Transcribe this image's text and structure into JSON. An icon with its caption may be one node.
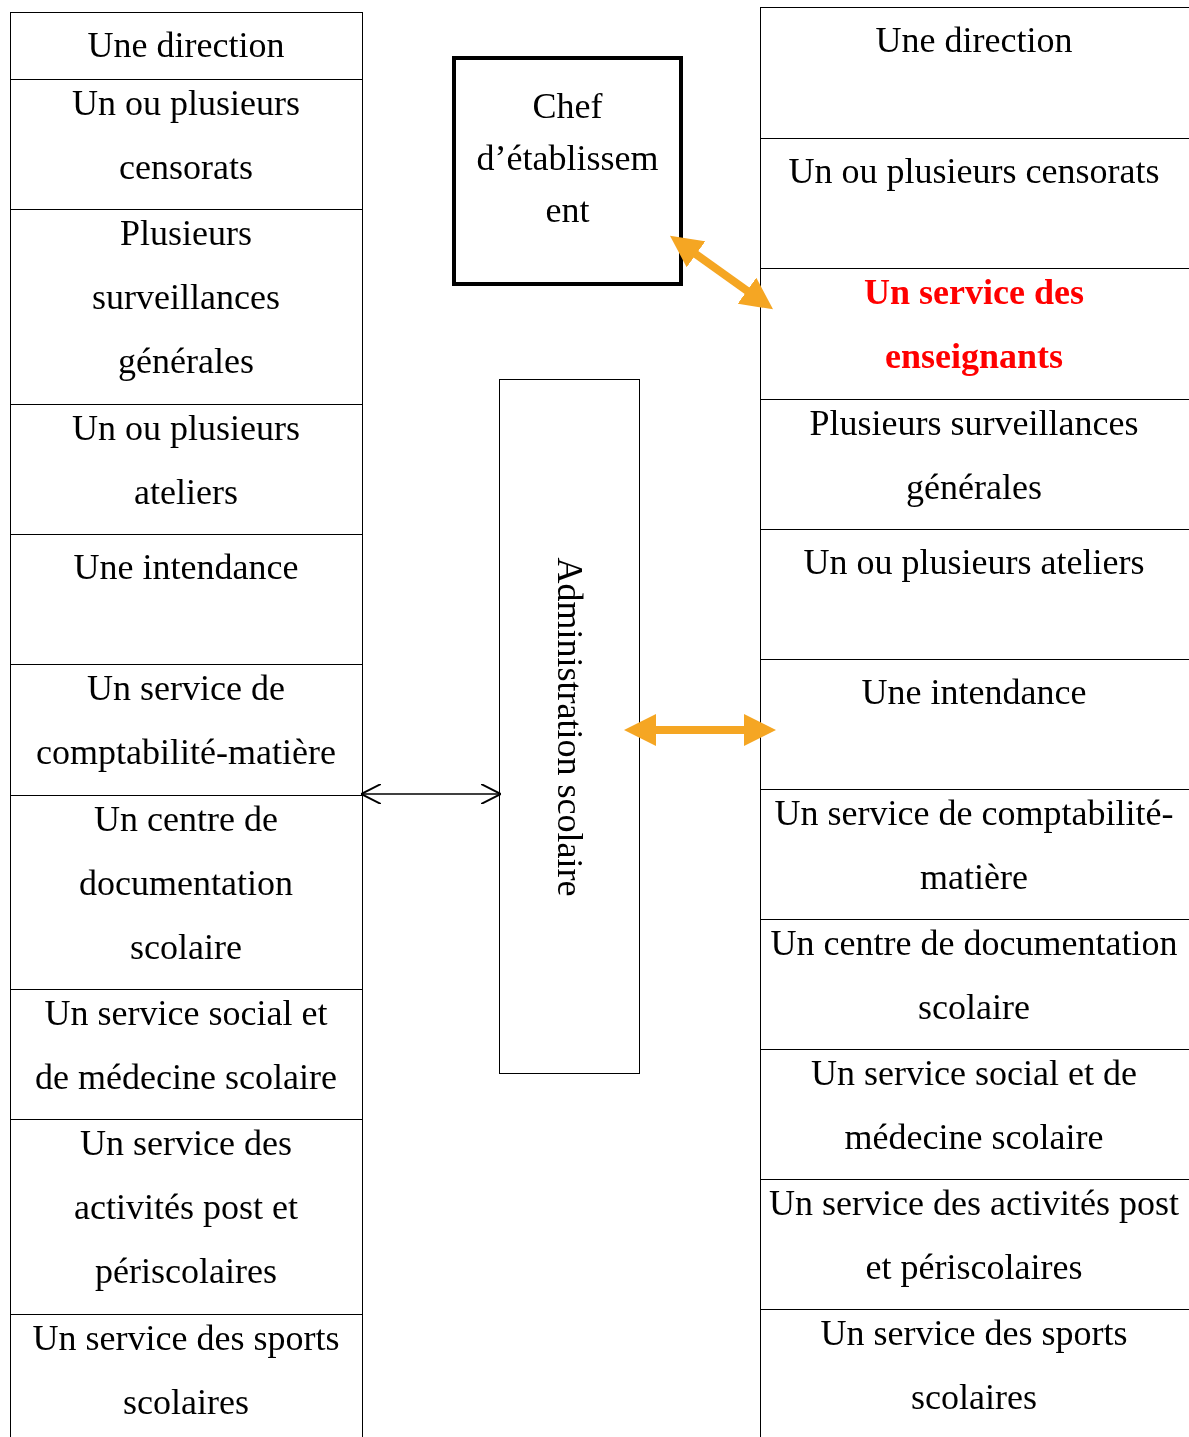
{
  "diagram": {
    "nodes": [
      {
        "text": [],
        "shape": "box"
      },
      {
        "text": [
          "Une direction"
        ],
        "in": 0
      },
      {
        "text": [
          "Un ou plusieurs censorats"
        ],
        "in": 0
      },
      {
        "text": [
          "Plusieurs surveillances générales"
        ],
        "in": 0
      },
      {
        "text": [
          "Un ou plusieurs ateliers"
        ],
        "in": 0
      },
      {
        "text": [
          "Une intendance"
        ],
        "in": 0
      },
      {
        "text": [
          "Un service de comptabilité-matière"
        ],
        "in": 0
      },
      {
        "text": [
          "Un centre de documentation scolaire"
        ],
        "in": 0
      },
      {
        "text": [
          "Un service social et de médecine scolaire"
        ],
        "in": 0
      },
      {
        "text": [
          "Un service des activités post et périscolaires"
        ],
        "in": 0
      },
      {
        "text": [
          "Un service des sports scolaires"
        ],
        "in": 0
      },
      {
        "text": [
          "Chef d’établissement"
        ]
      },
      {
        "text": [
          "Administration scolaire"
        ]
      },
      {
        "text": [],
        "shape": "box"
      },
      {
        "text": [
          "Une direction"
        ],
        "in": 13
      },
      {
        "text": [
          "Un ou plusieurs censorats"
        ],
        "in": 13
      },
      {
        "text": [
          "Un service des enseignants"
        ],
        "in": 13
      },
      {
        "text": [
          "Plusieurs surveillances générales"
        ],
        "in": 13
      },
      {
        "text": [
          "Un ou plusieurs ateliers"
        ],
        "in": 13
      },
      {
        "text": [
          "Une intendance"
        ],
        "in": 13
      },
      {
        "text": [
          "Un service de comptabilité-matière"
        ],
        "in": 13
      },
      {
        "text": [
          "Un centre de documentation scolaire"
        ],
        "in": 13
      },
      {
        "text": [
          "Un service social et de médecine scolaire"
        ],
        "in": 13
      },
      {
        "text": [
          "Un service des activités post et périscolaires"
        ],
        "in": 13
      },
      {
        "text": [
          "Un service des sports scolaires"
        ],
        "in": 13
      }
    ],
    "edges": [
      {
        "from": 11,
        "to": 16,
        "arrow": "both"
      },
      {
        "from": 12,
        "to": 0,
        "arrow": "both",
        "color": "#000000"
      },
      {
        "from": 12,
        "to": 13,
        "arrow": "both"
      }
    ]
  }
}
